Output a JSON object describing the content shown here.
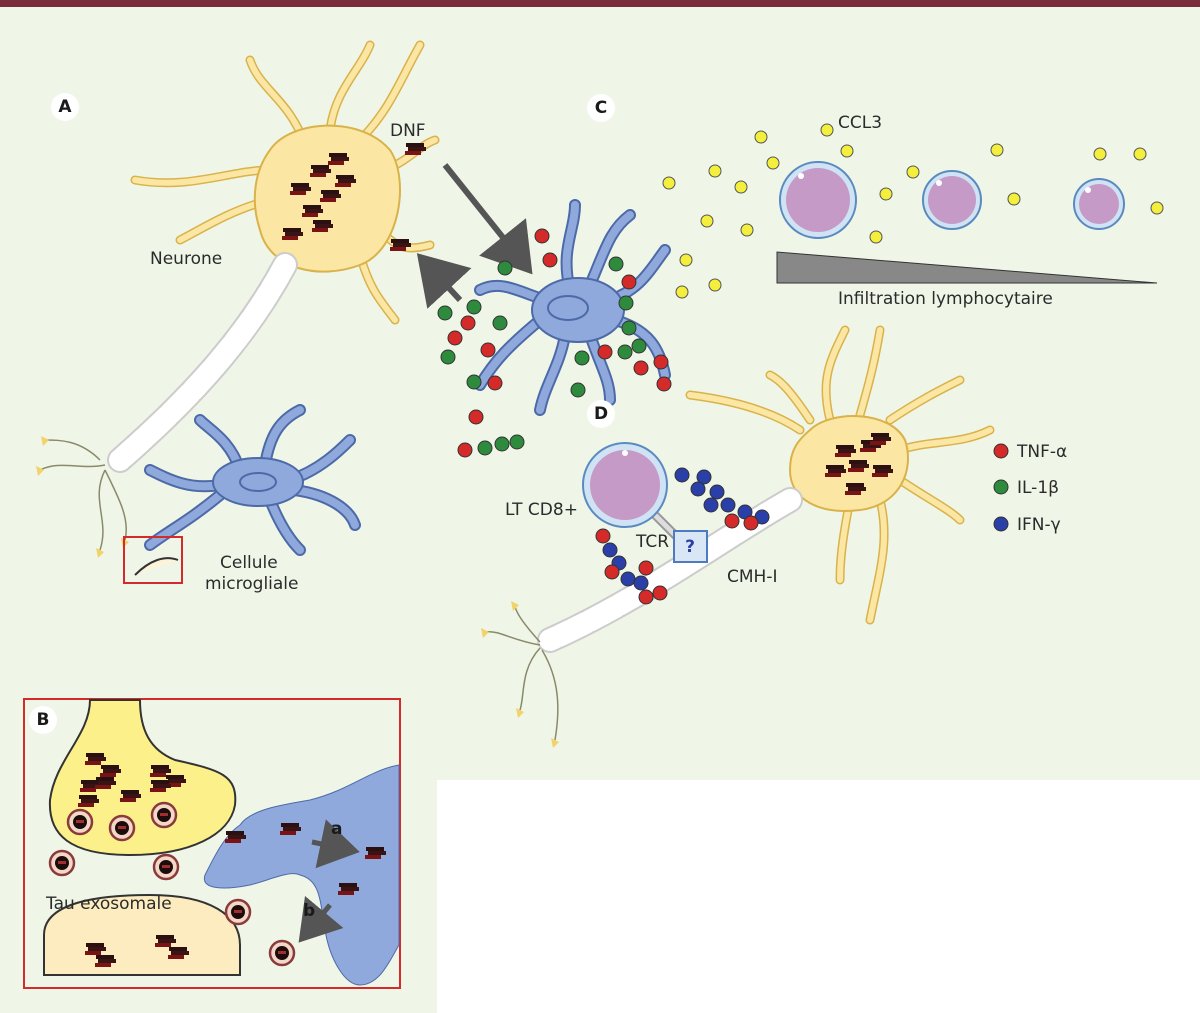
{
  "panels": {
    "a": "A",
    "b": "B",
    "c": "C",
    "d": "D"
  },
  "labels": {
    "dnf": "DNF",
    "neurone": "Neurone",
    "cellule": "Cellule",
    "microgliale": "microgliale",
    "ccl3": "CCL3",
    "infiltration": "Infiltration  lymphocytaire",
    "lt_cd8": "LT CD8+",
    "tcr": "TCR",
    "question": "?",
    "cmh": "CMH-I",
    "tau_exosomale": "Tau exosomale",
    "arrow_a": "a",
    "arrow_b": "b"
  },
  "legend": [
    {
      "label": "TNF-α",
      "color": "#d42a2a"
    },
    {
      "label": "IL-1β",
      "color": "#2e8b3e"
    },
    {
      "label": "IFN-γ",
      "color": "#2a3fa8"
    }
  ],
  "colors": {
    "background": "#eff6e8",
    "neuron": "#fbe6a4",
    "microglia": "#8fa9dc",
    "lymphocyte": "#c69ac7",
    "chemokine": "#f4ee3c",
    "border": "#7a2c3a",
    "tau": "#3a1a1a"
  }
}
